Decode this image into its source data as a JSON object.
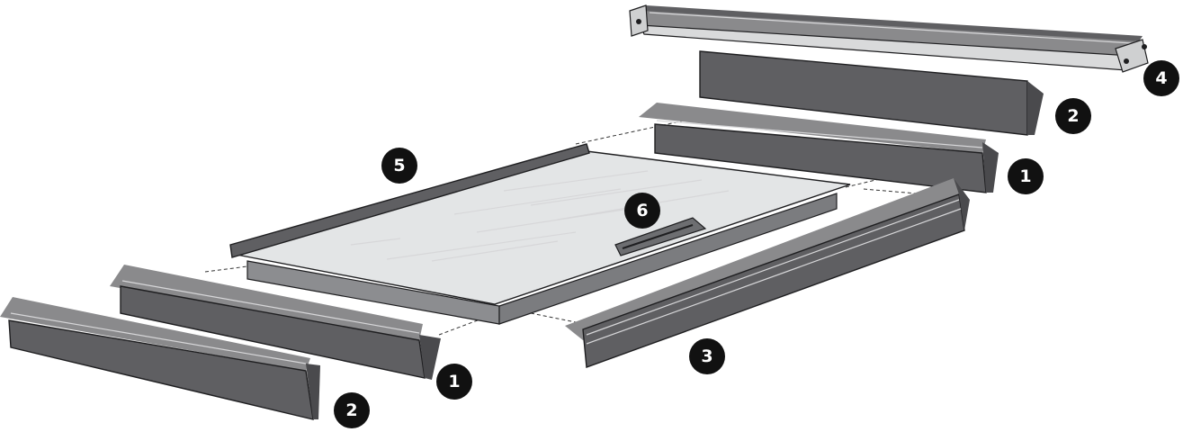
{
  "callouts": [
    {
      "id": "c5",
      "label": "5"
    },
    {
      "id": "c6",
      "label": "6"
    },
    {
      "id": "c4",
      "label": "4"
    },
    {
      "id": "c2a",
      "label": "2"
    },
    {
      "id": "c1a",
      "label": "1"
    },
    {
      "id": "c3",
      "label": "3"
    },
    {
      "id": "c1b",
      "label": "1"
    },
    {
      "id": "c2b",
      "label": "2"
    }
  ],
  "colors": {
    "rail": "#5f5f62",
    "rail_light": "#8a8a8c",
    "panel": "#e3e5e6",
    "callout_bg": "#111111",
    "callout_text": "#ffffff"
  }
}
